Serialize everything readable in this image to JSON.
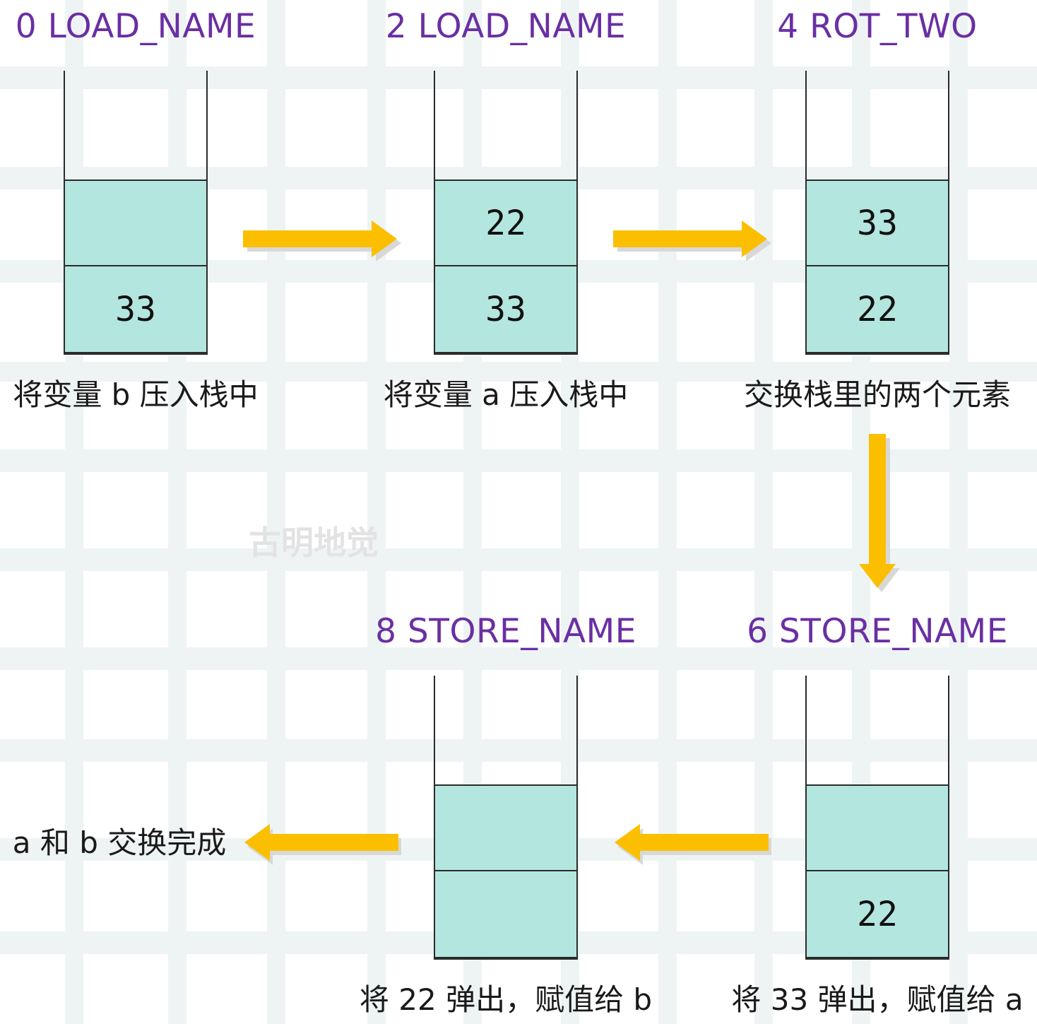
{
  "watermark": "古明地觉",
  "colors": {
    "title": "#6a2fa3",
    "slot_fill": "#b3e6de",
    "arrow": "#fbbf00",
    "outline": "#2b2b2b"
  },
  "steps": [
    {
      "title": "0 LOAD_NAME",
      "slots": [
        "",
        "33"
      ],
      "caption": "将变量 b 压入栈中"
    },
    {
      "title": "2 LOAD_NAME",
      "slots": [
        "22",
        "33"
      ],
      "caption": "将变量 a 压入栈中"
    },
    {
      "title": "4 ROT_TWO",
      "slots": [
        "33",
        "22"
      ],
      "caption": "交换栈里的两个元素"
    },
    {
      "title": "6 STORE_NAME",
      "slots": [
        "",
        "22"
      ],
      "caption": "将 33 弹出，赋值给 a"
    },
    {
      "title": "8 STORE_NAME",
      "slots": [
        "",
        ""
      ],
      "caption": "将 22 弹出，赋值给 b"
    }
  ],
  "final_caption": "a 和 b 交换完成",
  "arrows": [
    "right",
    "right",
    "down",
    "left",
    "left"
  ]
}
